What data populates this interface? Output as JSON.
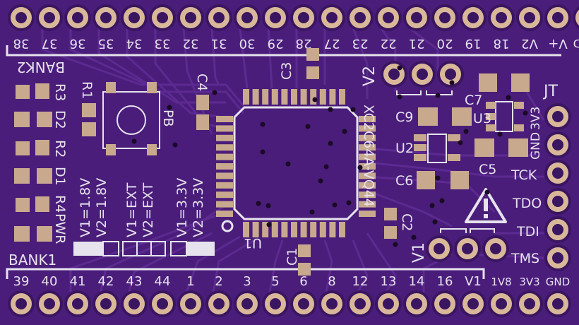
{
  "colors": {
    "board": "#4a1d7a",
    "trace": "#5c2a91",
    "silkscreen": "#e6e3ee",
    "pad": "#c8a98e",
    "ring": "#d9b89a",
    "via": "#1a0a26"
  },
  "top_pins": [
    "38",
    "37",
    "36",
    "35",
    "34",
    "33",
    "32",
    "31",
    "30",
    "29",
    "28",
    "27",
    "23",
    "22",
    "21",
    "20",
    "19",
    "18",
    "V2",
    "V+",
    "GND"
  ],
  "bottom_pins": [
    "39",
    "40",
    "41",
    "42",
    "43",
    "44",
    "1",
    "2",
    "3",
    "5",
    "6",
    "8",
    "12",
    "13",
    "14",
    "16",
    "V1",
    "1V8",
    "3V3",
    "GND"
  ],
  "jtag": {
    "title": "JT",
    "labels": [
      "GND",
      "3V3",
      "TCK",
      "TDO",
      "TDI",
      "TMS"
    ]
  },
  "banks": {
    "bank1": "BANK1",
    "bank2": "BANK2"
  },
  "left_labels": [
    "R3",
    "D2",
    "R2",
    "D1",
    "R4",
    "PWR",
    "R1"
  ],
  "refs": {
    "c1": "C1",
    "c2": "C2",
    "c3": "C3",
    "c4": "C4",
    "c5": "C5",
    "c6": "C6",
    "c7": "C7",
    "c9": "C9",
    "u1": "U1",
    "u2": "U2",
    "u3": "U3",
    "v1": "V1",
    "v2": "V2",
    "pb": "PB"
  },
  "chip_label": "XC2C64A-VQ44",
  "voltage_config": [
    {
      "line1": "V1=1.8V",
      "line2": "V2=1.8V"
    },
    {
      "line1": "V1=EXT",
      "line2": "V2=EXT"
    },
    {
      "line1": "V1=3.3V",
      "line2": "V2=3.3V"
    }
  ],
  "warning_icon": "warning-triangle-icon"
}
